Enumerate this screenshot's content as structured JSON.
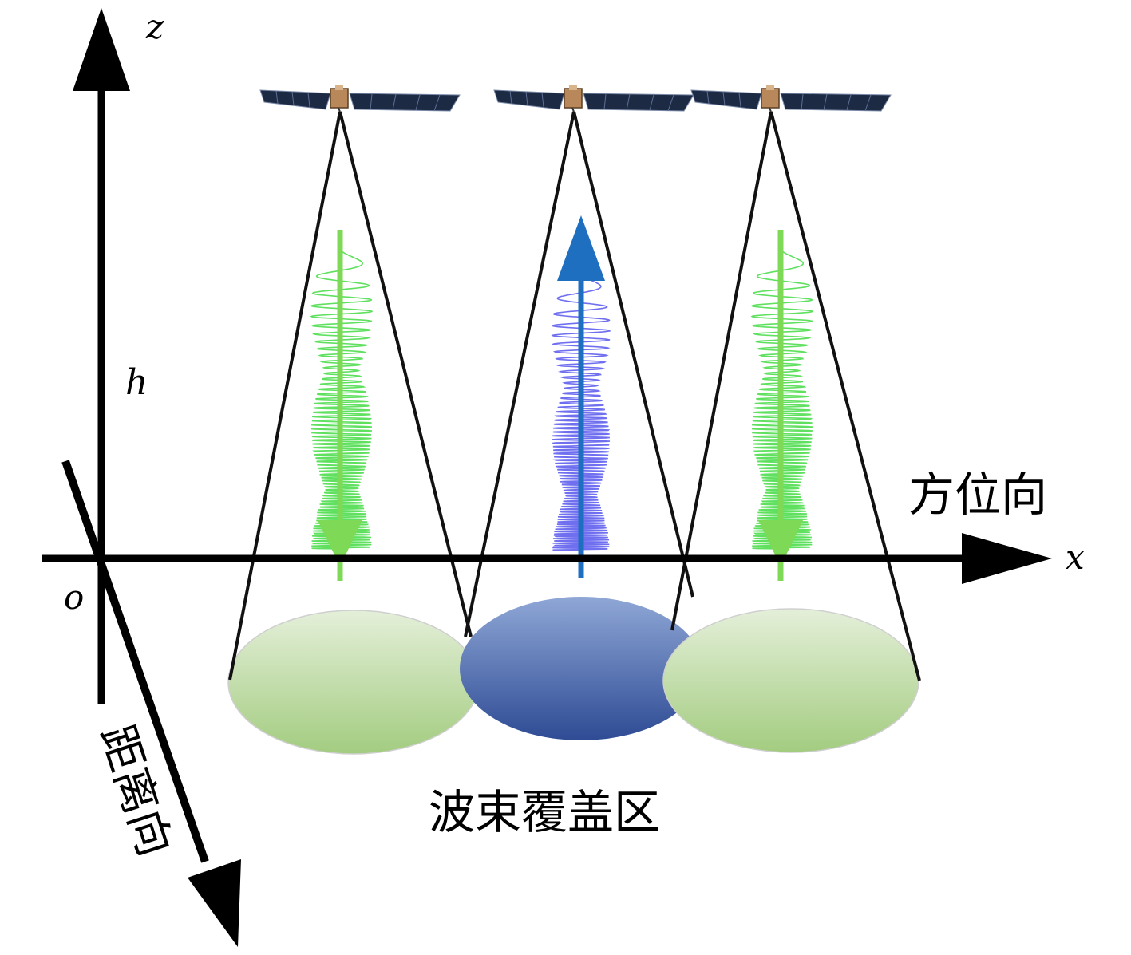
{
  "axes": {
    "z_label": "z",
    "x_label": "x",
    "origin_label": "o",
    "height_label": "h",
    "azimuth_label": "方位向",
    "range_label": "距离向"
  },
  "footprint_label": "波束覆盖区",
  "colors": {
    "transmit": "#7ed957",
    "transmit_wave": "#5fe05f",
    "receive": "#1f6fc0",
    "receive_wave": "#6f6ff0",
    "footprint_tx_top": "#e4efd9",
    "footprint_tx_bottom": "#a3cc80",
    "footprint_rx_top": "#8fa7d6",
    "footprint_rx_bottom": "#2e4b94",
    "axis": "#000000"
  },
  "satellites": [
    {
      "name": "satellite-left",
      "signal": "transmit"
    },
    {
      "name": "satellite-center",
      "signal": "receive"
    },
    {
      "name": "satellite-right",
      "signal": "transmit"
    }
  ]
}
